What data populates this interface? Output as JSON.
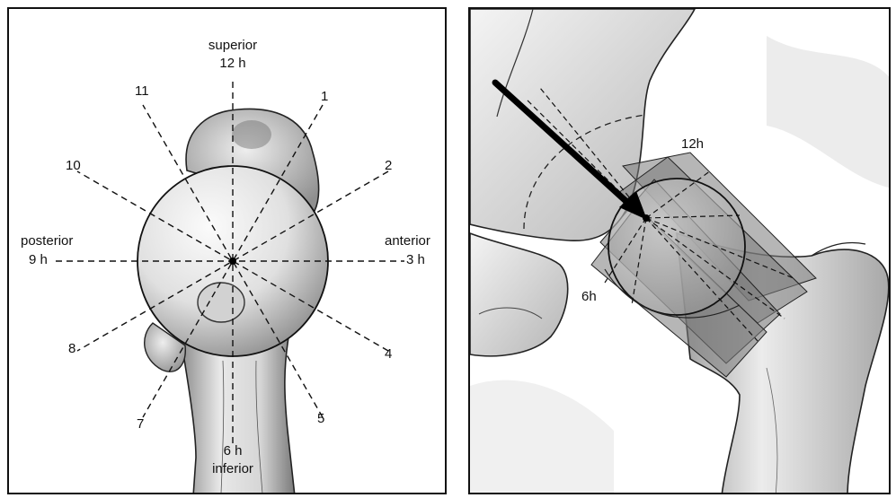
{
  "left_panel": {
    "superior": "superior",
    "twelve": "12 h",
    "posterior": "posterior",
    "nine": "9 h",
    "anterior": "anterior",
    "three": "3 h",
    "six": "6 h",
    "inferior": "inferior",
    "clock_numbers": [
      "1",
      "2",
      "4",
      "5",
      "7",
      "8",
      "10",
      "11"
    ]
  },
  "right_panel": {
    "twelve": "12h",
    "six": "6h"
  },
  "colors": {
    "ink": "#111111",
    "bone_light": "#e4e4e4",
    "bone_shade": "#9a9a9a",
    "plane_fill": "#7a7a7a"
  }
}
